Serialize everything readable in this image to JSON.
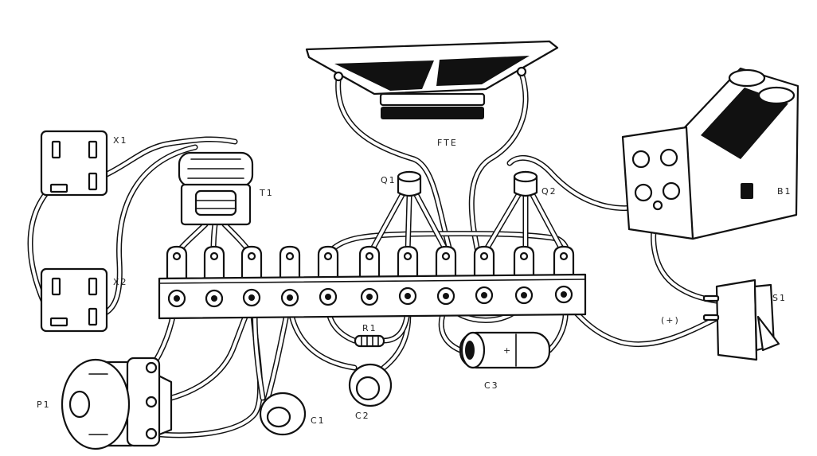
{
  "labels": {
    "x1": "X1",
    "x2": "X2",
    "t1": "T1",
    "fte": "FTE",
    "q1": "Q1",
    "q2": "Q2",
    "b1": "B1",
    "s1": "S1",
    "s1_polarity": "(+)",
    "p1": "P1",
    "c1": "C1",
    "c2": "C2",
    "c3": "C3",
    "c3_polarity": "+",
    "r1": "R1"
  },
  "colors": {
    "ink": "#111111",
    "paper": "#ffffff"
  }
}
